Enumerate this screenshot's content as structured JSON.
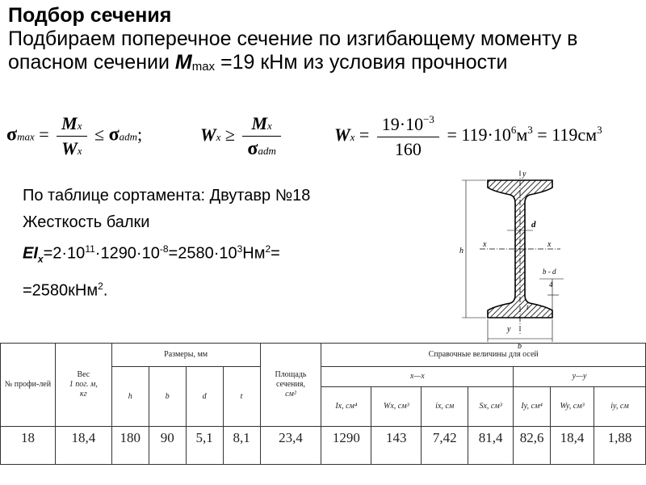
{
  "slide": {
    "title": "Подбор сечения",
    "paragraph": {
      "lead": "Подбираем поперечное сечение по изгибающему моменту в опасном сечении ",
      "m": "M",
      "m_sub": "max",
      "tail": " =19 кНм из условия прочности"
    }
  },
  "formulas": {
    "f1": {
      "sigma": "σ",
      "sub_max": "max",
      "eq": "=",
      "num_var": "M",
      "num_sub": "x",
      "den_var": "W",
      "den_sub": "x",
      "leq": "≤",
      "sigma2": "σ",
      "sub_adm": "adm",
      "end": ";"
    },
    "f2": {
      "var": "W",
      "sub": "x",
      "geq": "≥",
      "num_var": "M",
      "num_sub": "x",
      "den_sigma": "σ",
      "den_sub": "adm"
    },
    "f3": {
      "var": "W",
      "sub": "x",
      "eq": "=",
      "num": "19·10",
      "num_exp": "−3",
      "den": "160",
      "mid": "= 119·10",
      "mid_exp": "6",
      "unit1": "м",
      "unit1_exp": "3",
      "eq2": " = 119см",
      "unit2_exp": "3"
    }
  },
  "info": {
    "line1": "По таблице сортамента: Двутавр №18",
    "line2": "Жесткость балки",
    "line3": {
      "ei": "EI",
      "ei_sub": "x",
      "a": "=2·10",
      "a_exp": "11",
      "b": "·1290·10",
      "b_exp": "-8",
      "c": "=2580·10",
      "c_exp": "3",
      "d": "Нм",
      "d_exp": "2",
      "e": "="
    },
    "line4": {
      "a": "=2580кНм",
      "a_exp": "2",
      "b": "."
    }
  },
  "diagram": {
    "labels": {
      "y_top": "y",
      "y_bottom": "y",
      "x_left": "x",
      "x_right": "x",
      "d": "d",
      "h": "h",
      "b": "b",
      "b_minus_d": "b - d",
      "four": "4",
      "t": "t"
    }
  },
  "table": {
    "headers": {
      "profile": "№ профи-лей",
      "weight_1": "Вес",
      "weight_2": "1 пог. м,",
      "weight_3": "кг",
      "dims": "Размеры, мм",
      "h": "h",
      "b": "b",
      "d": "d",
      "t": "t",
      "area_1": "Площадь",
      "area_2": "сечения,",
      "area_3": "см²",
      "ref": "Справочные величины для осей",
      "xx": "x—x",
      "yy": "y—y",
      "ix": "Ix, см⁴",
      "wx": "Wx, см³",
      "rx": "ix, см",
      "sx": "Sx, см³",
      "iy": "Iy, см⁴",
      "wy": "Wy, см³",
      "ry": "iy, см"
    },
    "row": [
      "18",
      "18,4",
      "180",
      "90",
      "5,1",
      "8,1",
      "23,4",
      "1290",
      "143",
      "7,42",
      "81,4",
      "82,6",
      "18,4",
      "1,88"
    ]
  }
}
